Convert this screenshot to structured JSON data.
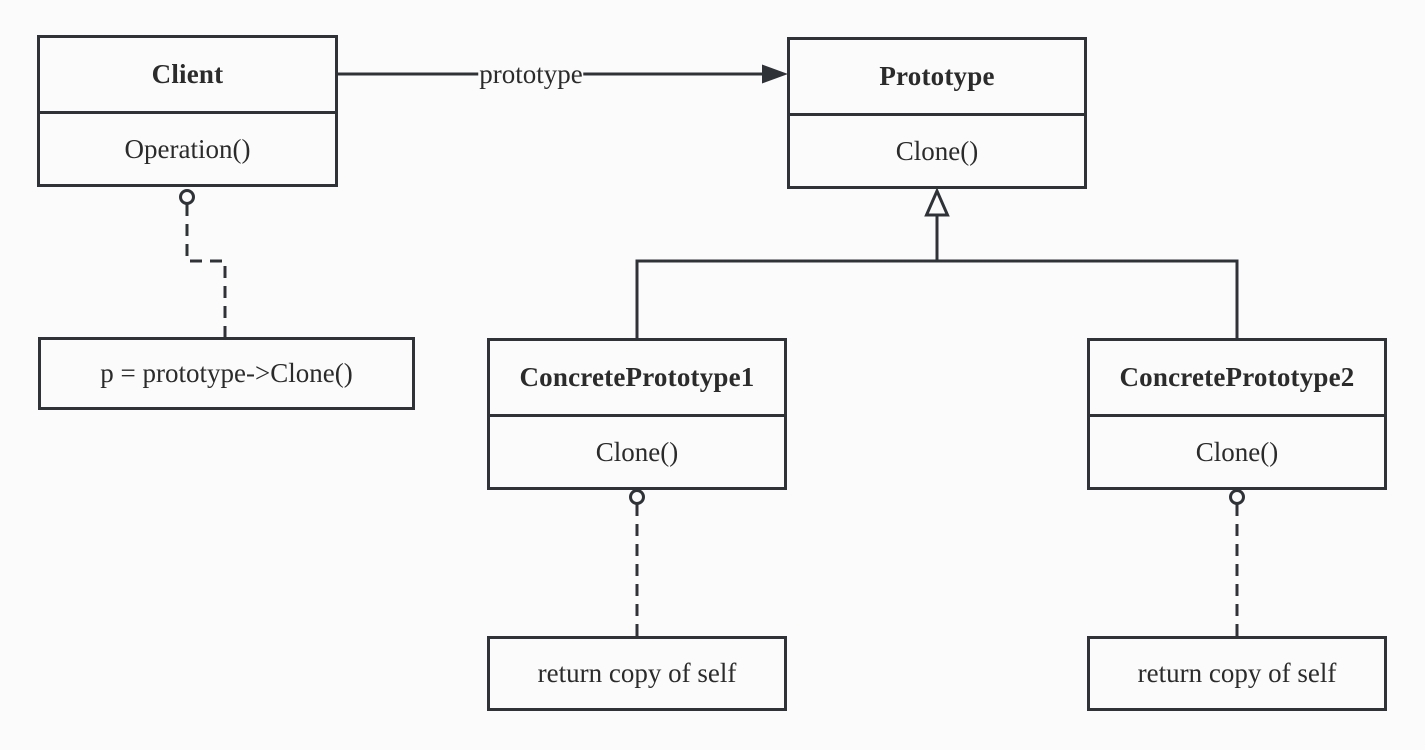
{
  "diagram": {
    "kind": "uml-class-diagram",
    "pattern": "Prototype",
    "colors": {
      "background": "#fbfbfb",
      "stroke": "#2f3337",
      "text": "#2b2b2b"
    }
  },
  "classes": [
    {
      "id": "client",
      "name": "Client",
      "methods": [
        "Operation()"
      ]
    },
    {
      "id": "prototype",
      "name": "Prototype",
      "methods": [
        "Clone()"
      ]
    },
    {
      "id": "concrete-prototype-1",
      "name": "ConcretePrototype1",
      "methods": [
        "Clone()"
      ]
    },
    {
      "id": "concrete-prototype-2",
      "name": "ConcretePrototype2",
      "methods": [
        "Clone()"
      ]
    }
  ],
  "notes": [
    {
      "id": "client-note",
      "text": "p = prototype->Clone()"
    },
    {
      "id": "concrete1-note",
      "text": "return copy of self"
    },
    {
      "id": "concrete2-note",
      "text": "return copy of self"
    }
  ],
  "relations": {
    "association": {
      "from": "Client",
      "to": "Prototype",
      "label": "prototype",
      "style": "solid-arrow"
    },
    "generalizations": [
      {
        "from": "ConcretePrototype1",
        "to": "Prototype",
        "style": "hollow-triangle"
      },
      {
        "from": "ConcretePrototype2",
        "to": "Prototype",
        "style": "hollow-triangle"
      }
    ],
    "note_links": [
      {
        "from": "Client.Operation()",
        "to": "client-note",
        "style": "dashed-circle"
      },
      {
        "from": "ConcretePrototype1.Clone()",
        "to": "concrete1-note",
        "style": "dashed-circle"
      },
      {
        "from": "ConcretePrototype2.Clone()",
        "to": "concrete2-note",
        "style": "dashed-circle"
      }
    ]
  }
}
